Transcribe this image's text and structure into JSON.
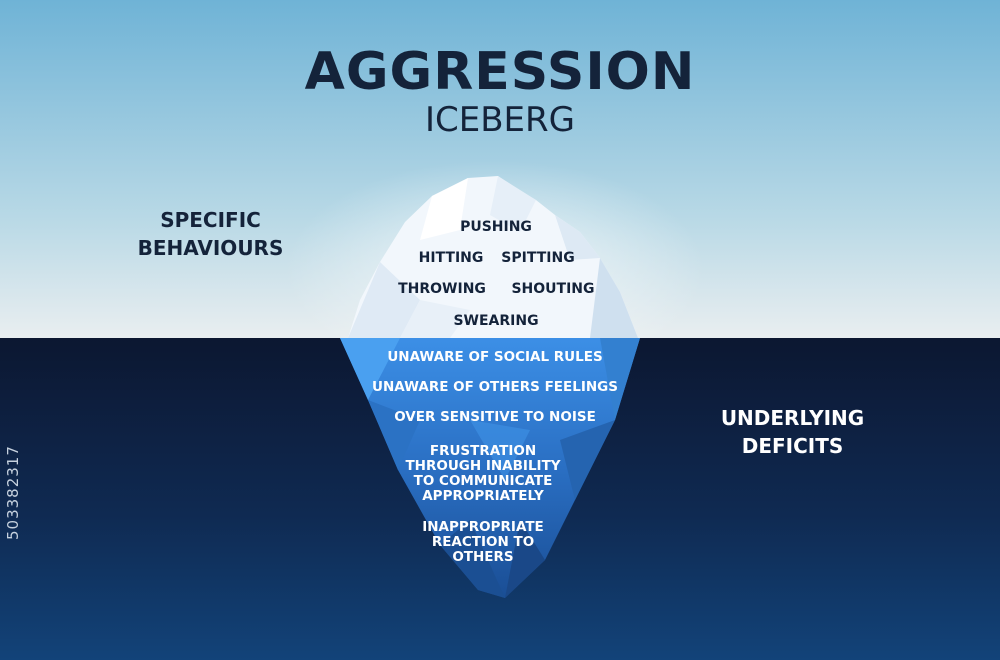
{
  "title": "AGGRESSION",
  "subtitle": "ICEBERG",
  "left_label": "SPECIFIC\nBEHAVIOURS",
  "right_label": "UNDERLYING\nDEFICITS",
  "above_water": [
    "PUSHING",
    "HITTING",
    "SPITTING",
    "THROWING",
    "SHOUTING",
    "SWEARING"
  ],
  "below_water": [
    "UNAWARE OF SOCIAL RULES",
    "UNAWARE OF OTHERS FEELINGS",
    "OVER SENSITIVE TO NOISE",
    "FRUSTRATION THROUGH INABILITY TO COMMUNICATE APPROPRIATELY",
    "INAPPROPRIATE REACTION TO OTHERS"
  ],
  "stock_id": "503382317",
  "colors": {
    "sky_top": "#6fb3d6",
    "sky_bottom": "#e9eef0",
    "water_top": "#0d1a33",
    "water_bottom": "#0f3a6a",
    "ice_above": "#f4f8fc",
    "ice_below": "#2f7fd4",
    "text_dark": "#14233a",
    "text_light": "#ffffff"
  }
}
